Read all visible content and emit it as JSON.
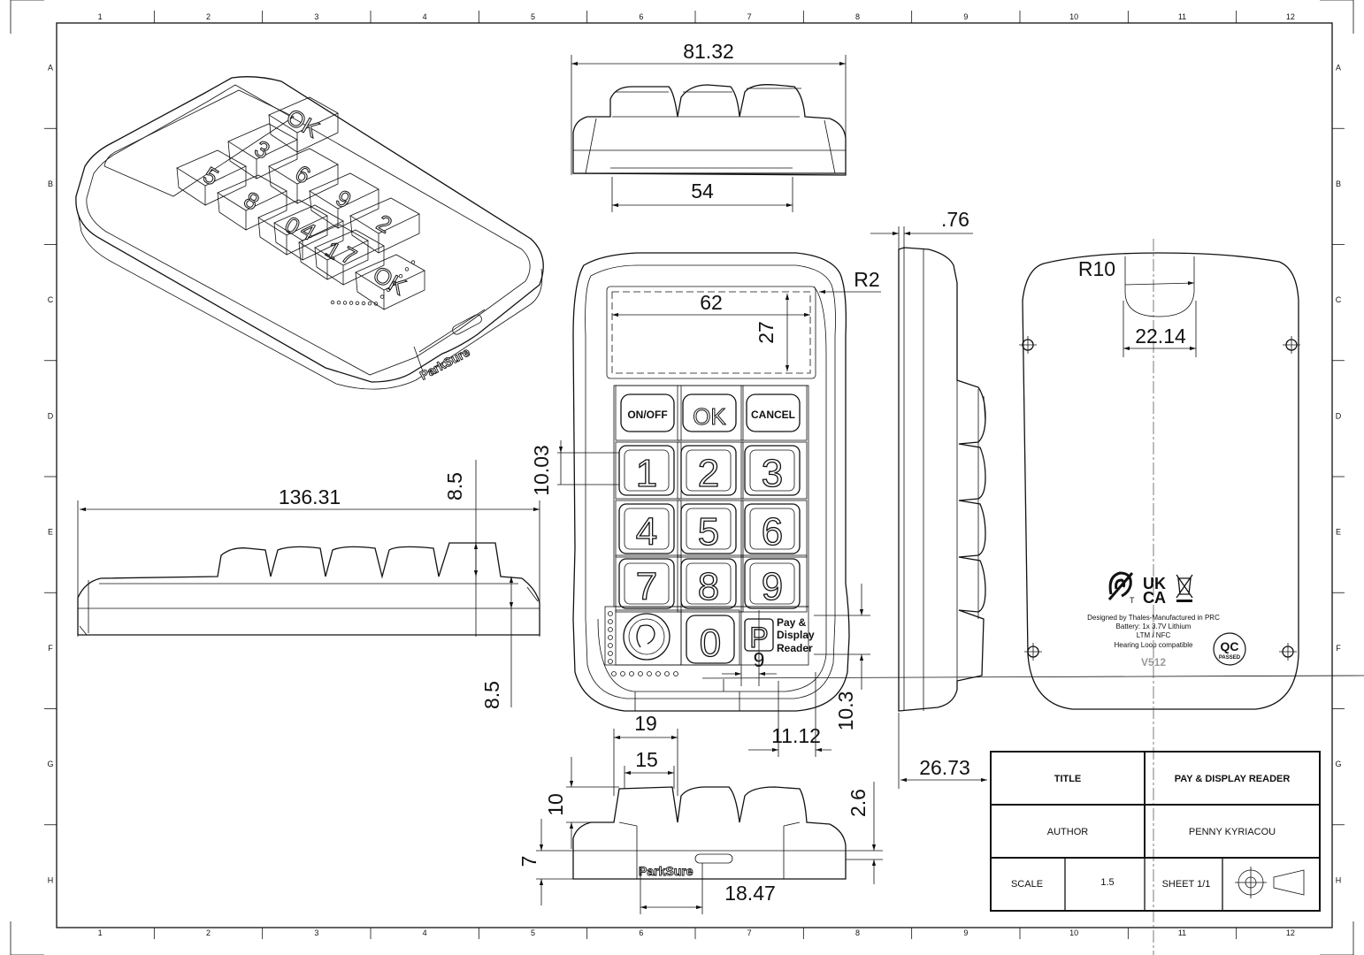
{
  "border": {
    "columns": [
      "1",
      "2",
      "3",
      "4",
      "5",
      "6",
      "7",
      "8",
      "9",
      "10",
      "11",
      "12"
    ],
    "rows": [
      "A",
      "B",
      "C",
      "D",
      "E",
      "F",
      "G",
      "H"
    ]
  },
  "dimensions": {
    "top_width": "81.32",
    "top_inner": "54",
    "side_gap": ".76",
    "corner_radius": "R2",
    "screen_width": "62",
    "screen_height": "27",
    "key_pitch": "10.03",
    "length": "136.31",
    "key_height": "8.5",
    "body_height": "8.5",
    "back_radius": "R10",
    "back_slot": "22.14",
    "bottom_key_width": "9",
    "logo_height": "10.3",
    "logo_width": "11.12",
    "key_outer": "19",
    "key_inner": "15",
    "depth": "26.73",
    "front_key_height": "10",
    "front_step": "2.6",
    "front_base": "7",
    "port_width": "18.47"
  },
  "keypad": {
    "function_keys": [
      "ON/OFF",
      "OK",
      "CANCEL"
    ],
    "digits": [
      "1",
      "2",
      "3",
      "4",
      "5",
      "6",
      "7",
      "8",
      "9"
    ],
    "zero": "0",
    "p_symbol": "P",
    "reader_label": [
      "Pay &",
      "Display",
      "Reader"
    ]
  },
  "brand": "ParkSure",
  "back_label": {
    "uk": "UK",
    "ca": "CA",
    "lines": [
      "Designed by Thales-Manufactured in PRC",
      "Battery: 1x 3.7V Lithium",
      "LTM / NFC",
      "Hearing Loop compatible"
    ],
    "version": "V512",
    "qc": "QC",
    "qc_sub": "PASSED",
    "t_mark": "T"
  },
  "title_block": {
    "title_label": "TITLE",
    "title_value": "PAY & DISPLAY READER",
    "author_label": "AUTHOR",
    "author_value": "PENNY KYRIACOU",
    "scale_label": "SCALE",
    "scale_value": "1.5",
    "sheet": "SHEET 1/1"
  }
}
